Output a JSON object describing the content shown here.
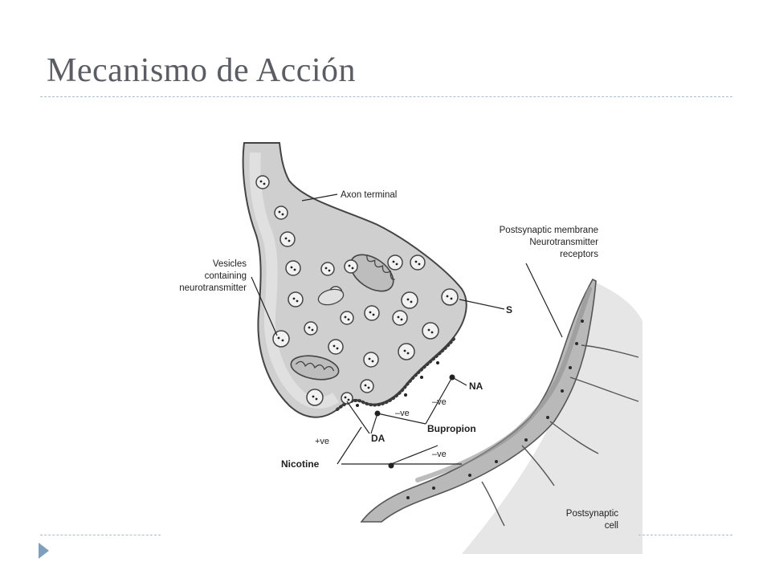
{
  "slide": {
    "title": "Mecanismo de Acción"
  },
  "figure": {
    "labels": {
      "axon_terminal": "Axon terminal",
      "vesicles": [
        "Vesicles",
        "containing",
        "neurotransmitter"
      ],
      "postsynaptic_membrane": [
        "Postsynaptic membrane",
        "Neurotransmitter",
        "receptors"
      ],
      "s": "S",
      "na": "NA",
      "da": "DA",
      "bupropion": "Bupropion",
      "nicotine": "Nicotine",
      "plus_ve": "+ve",
      "minus_ve_1": "–ve",
      "minus_ve_2": "–ve",
      "minus_ve_3": "–ve",
      "postsynaptic_cell": [
        "Postsynaptic",
        "cell"
      ]
    }
  }
}
